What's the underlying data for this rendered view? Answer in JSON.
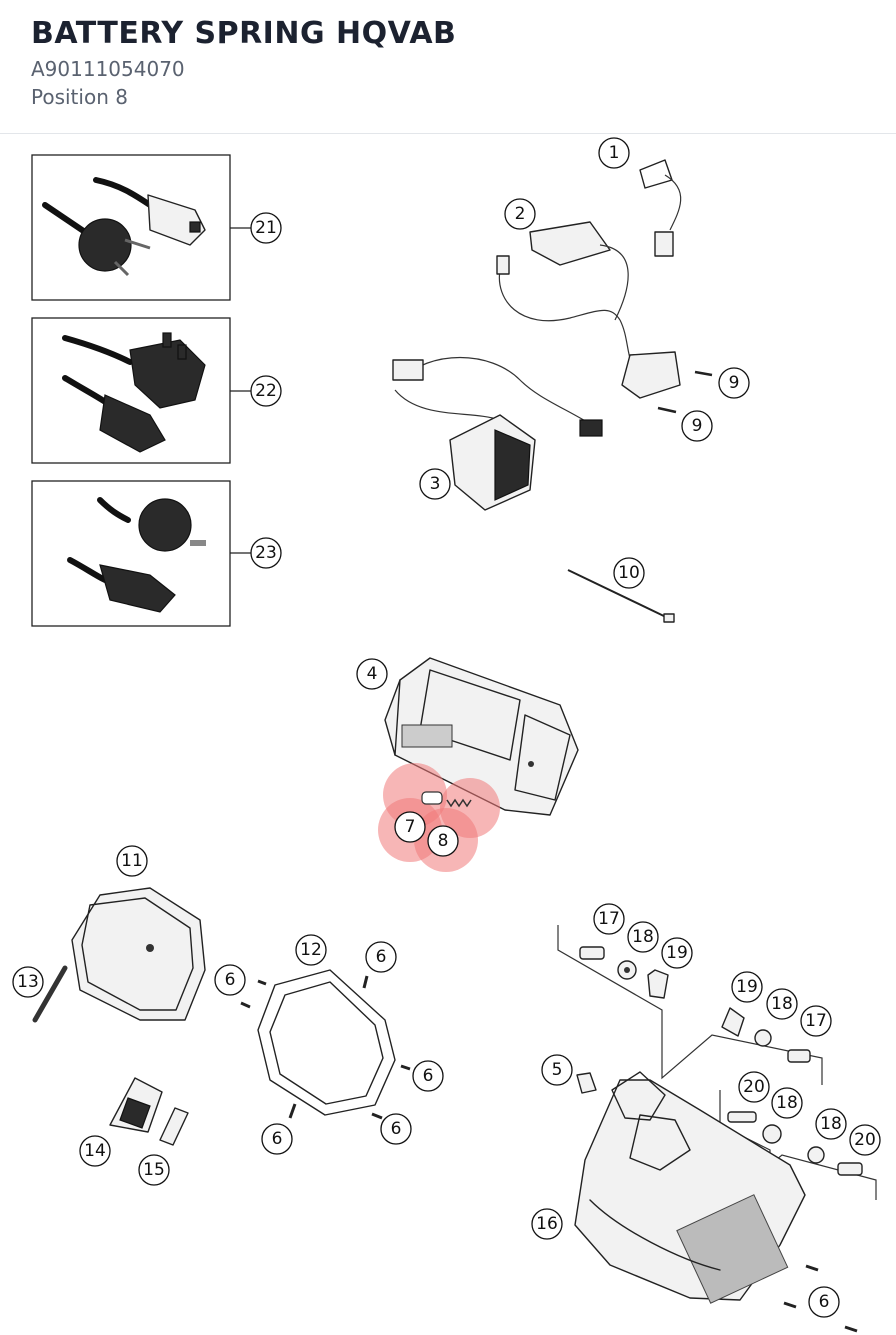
{
  "header": {
    "title": "BATTERY SPRING HQVAB",
    "part_number": "A90111054070",
    "position": "Position 8"
  },
  "highlight": {
    "color": "#f07a7a",
    "positions": [
      "7",
      "8"
    ]
  },
  "callouts": {
    "c1": "1",
    "c2": "2",
    "c3": "3",
    "c4": "4",
    "c5": "5",
    "c6a": "6",
    "c6b": "6",
    "c6c": "6",
    "c6d": "6",
    "c6e": "6",
    "c7": "7",
    "c8": "8",
    "c9a": "9",
    "c9b": "9",
    "c10": "10",
    "c11": "11",
    "c12": "12",
    "c13": "13",
    "c14": "14",
    "c15": "15",
    "c16": "16",
    "c17a": "17",
    "c17b": "17",
    "c18a": "18",
    "c18b": "18",
    "c18c": "18",
    "c18d": "18",
    "c19a": "19",
    "c19b": "19",
    "c20a": "20",
    "c20b": "20",
    "c21": "21",
    "c22": "22",
    "c23": "23"
  }
}
